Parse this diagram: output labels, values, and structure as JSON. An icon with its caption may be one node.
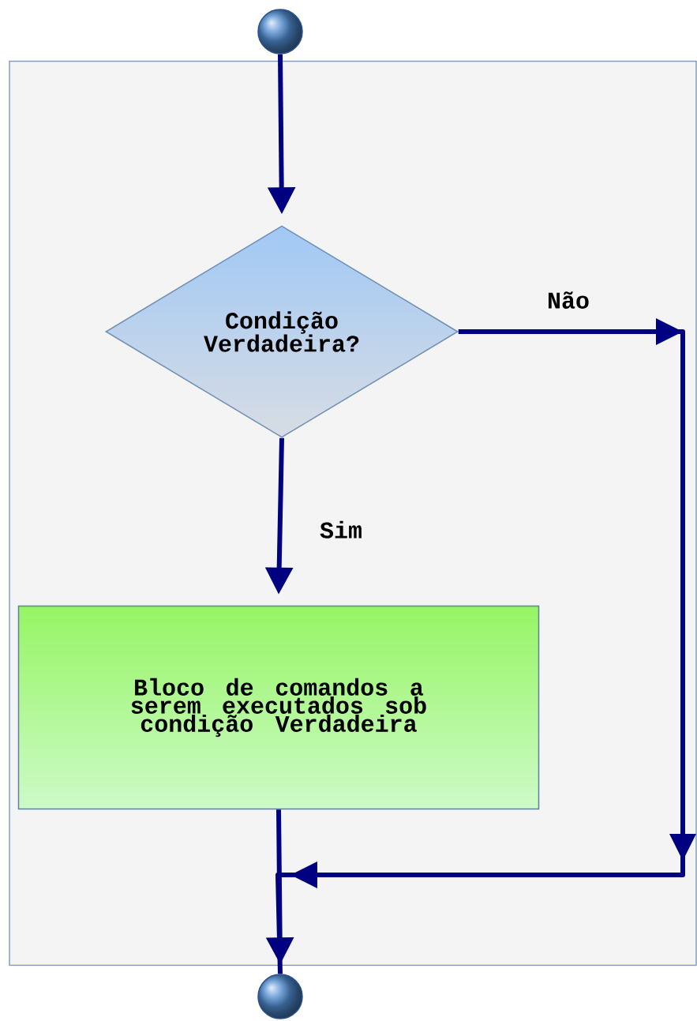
{
  "diagram": {
    "nodes": [
      {
        "text": [],
        "shape": "circle"
      },
      {
        "text": [],
        "shape": "box"
      },
      {
        "text": [
          "Condição Verdadeira?"
        ],
        "in": 1
      },
      {
        "text": [
          "Bloco de comandos a serem executados sob condição Verdadeira"
        ],
        "in": 1
      },
      {
        "text": [],
        "shape": "circle"
      }
    ],
    "edges": [
      {
        "from": 0,
        "to": 2,
        "arrow": "to"
      },
      {
        "from": 2,
        "to": 3,
        "arrow": "to",
        "label": "Sim"
      },
      {
        "from": 2,
        "to": 4,
        "arrow": "to",
        "label": "Não"
      },
      {
        "from": 3,
        "to": 4,
        "arrow": "to"
      }
    ]
  }
}
